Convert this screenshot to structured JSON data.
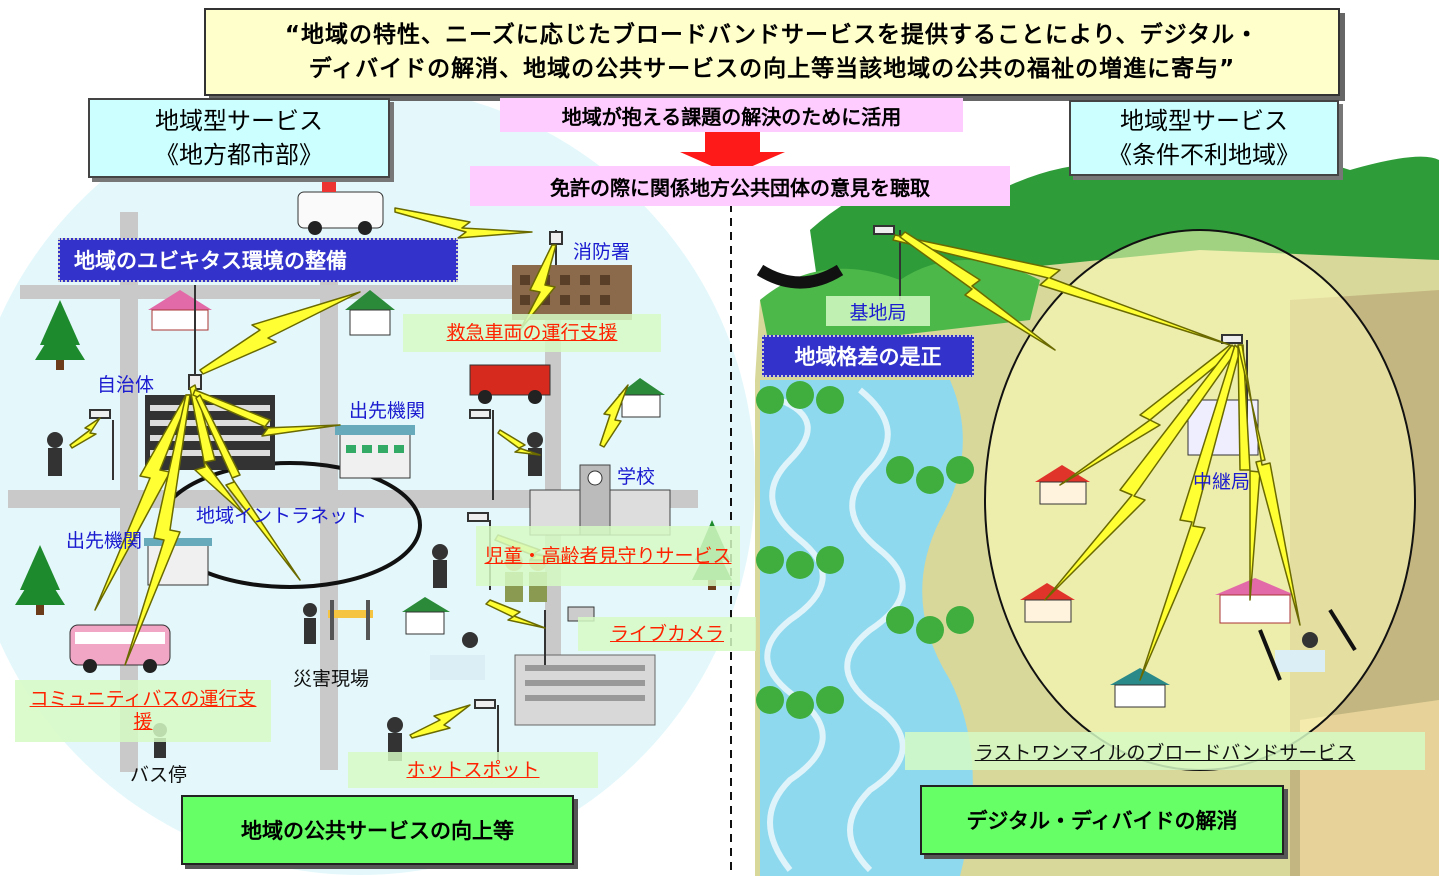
{
  "headline": {
    "line1": "“地域の特性、ニーズに応じたブロードバンドサービスを提供することにより、デジタル・",
    "line2": "ディバイドの解消、地域の公共サービスの向上等当該地域の公共の福祉の増進に寄与”"
  },
  "center": {
    "purpose": "地域が抱える課題の解決のために活用",
    "license": "免許の際に関係地方公共団体の意見を聴取"
  },
  "left_panel": {
    "service_title": "地域型サービス",
    "service_sub": "《地方都市部》",
    "ubiquitous": "地域のユビキタス環境の整備",
    "bottom": "地域の公共サービスの向上等",
    "labels": {
      "fire_station": "消防署",
      "municipality": "自治体",
      "branch_office_1": "出先機関",
      "branch_office_2": "出先機関",
      "school": "学校",
      "intranet": "地域イントラネット",
      "disaster_site": "災害現場",
      "bus_stop": "バス停"
    },
    "links": {
      "emergency": "救急車両の運行支援",
      "watch": "児童・高齢者見守りサービス",
      "camera": "ライブカメラ",
      "bus": "コミュニティバスの運行支援",
      "hotspot": "ホットスポット"
    }
  },
  "right_panel": {
    "service_title": "地域型サービス",
    "service_sub": "《条件不利地域》",
    "base_station": "基地局",
    "disparity": "地域格差の是正",
    "relay": "中継局",
    "last_mile": "ラストワンマイルのブロードバンドサービス",
    "bottom": "デジタル・ディバイドの解消"
  },
  "colors": {
    "headline_bg": "#ffffcc",
    "pink": "#ffccff",
    "cyan": "#ccffff",
    "blue": "#3333cc",
    "green": "#66ff66",
    "link_red": "#ff2200",
    "label_blue": "#1b1bd0",
    "lightning": "#ffff33"
  }
}
